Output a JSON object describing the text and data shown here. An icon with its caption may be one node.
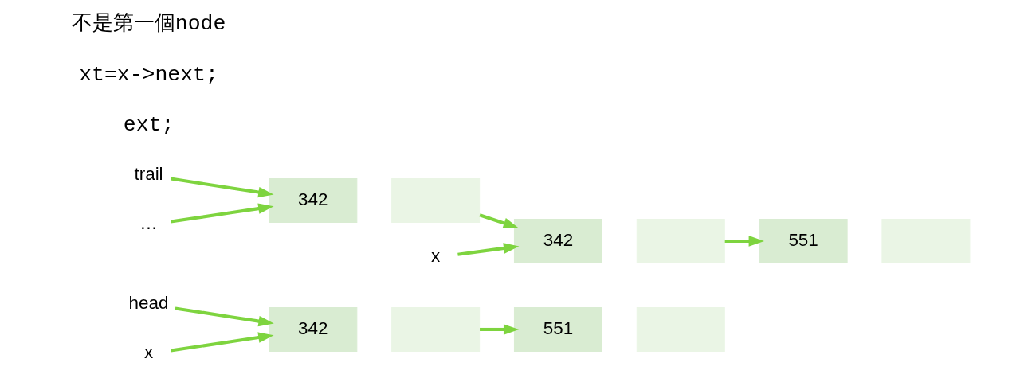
{
  "diagram": {
    "nodes": [
      {
        "text": [
          "head"
        ]
      },
      {
        "text": [
          "x"
        ]
      },
      {
        "text": [
          "551"
        ]
      },
      {
        "text": [],
        "shape": "box"
      },
      {
        "text": [
          "342"
        ]
      },
      {
        "text": [],
        "shape": "box"
      },
      {
        "text": [
          "trail"
        ]
      },
      {
        "text": [
          "x"
        ]
      },
      {
        "text": [
          "…"
        ]
      },
      {
        "text": [
          "342"
        ]
      },
      {
        "text": [],
        "shape": "box"
      },
      {
        "text": [
          "342"
        ]
      },
      {
        "text": [],
        "shape": "box"
      },
      {
        "text": [
          "551"
        ]
      },
      {
        "text": [],
        "shape": "box"
      }
    ],
    "edges": [
      {
        "from": 0,
        "to": 4,
        "arrow": "to"
      },
      {
        "from": 1,
        "to": 4,
        "arrow": "to"
      },
      {
        "from": 5,
        "to": 2,
        "arrow": "to"
      },
      {
        "from": 6,
        "to": 9,
        "arrow": "to"
      },
      {
        "from": 7,
        "to": 11,
        "arrow": "to"
      },
      {
        "from": 8,
        "to": 9,
        "arrow": "to"
      },
      {
        "from": 10,
        "to": 11,
        "arrow": "to"
      },
      {
        "from": 12,
        "to": 13,
        "arrow": "to"
      }
    ],
    "labels": [
      "不是第一個node",
      "xt=x->next;",
      "ext;"
    ]
  }
}
